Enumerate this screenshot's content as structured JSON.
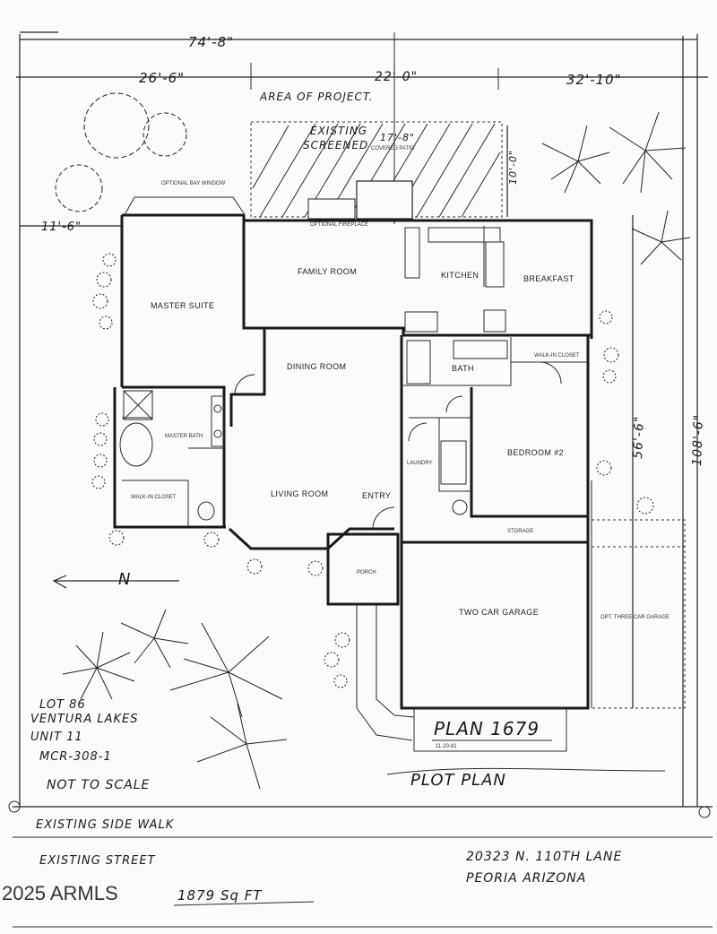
{
  "dimensions": {
    "overall_width": "74'-8\"",
    "left_segment": "26'-6\"",
    "middle_segment": "22'-0\"",
    "right_segment": "32'-10\"",
    "side_setback": "11'-6\"",
    "patio_depth": "10'-0\"",
    "patio_width": "17'-8\"",
    "inner_depth": "56'-6\"",
    "overall_depth": "108'-6\""
  },
  "notes": {
    "area_of_project": "AREA OF PROJECT.",
    "existing_patio_line1": "EXISTING",
    "existing_patio_line2": "SCREENED",
    "covered_patio": "COVERED PATIO",
    "optional_bay_window": "OPTIONAL BAY WINDOW",
    "optional_fireplace": "OPTIONAL FIREPLACE",
    "north": "N"
  },
  "rooms": {
    "family_room": "FAMILY ROOM",
    "kitchen": "KITCHEN",
    "breakfast": "BREAKFAST",
    "master_suite": "MASTER SUITE",
    "dining_room": "DINING ROOM",
    "bath": "BATH",
    "walk_in_closet": "WALK-IN CLOSET",
    "master_bath": "MASTER BATH",
    "bedroom2": "BEDROOM #2",
    "laundry": "LAUNDRY",
    "master_walk_in_closet": "WALK-IN CLOSET",
    "living_room": "LIVING ROOM",
    "entry": "ENTRY",
    "storage": "STORAGE",
    "porch": "PORCH",
    "two_car_garage": "TWO CAR GARAGE",
    "optional_three_car": "OPT. THREE CAR GARAGE"
  },
  "lot": {
    "line1": "LOT 86",
    "line2": "VENTURA LAKES",
    "line3": "UNIT 11",
    "line4": "MCR-308-1",
    "scale": "NOT TO SCALE"
  },
  "title_block": {
    "plan_name": "PLAN 1679",
    "plan_date": "11-20-81",
    "plot_plan": "PLOT PLAN"
  },
  "street": {
    "sidewalk": "EXISTING SIDE WALK",
    "street": "EXISTING STREET",
    "address_line1": "20323 N. 110TH LANE",
    "address_line2": "PEORIA ARIZONA",
    "copyright": "2025 ARMLS",
    "sqft": "1879 Sq FT"
  }
}
